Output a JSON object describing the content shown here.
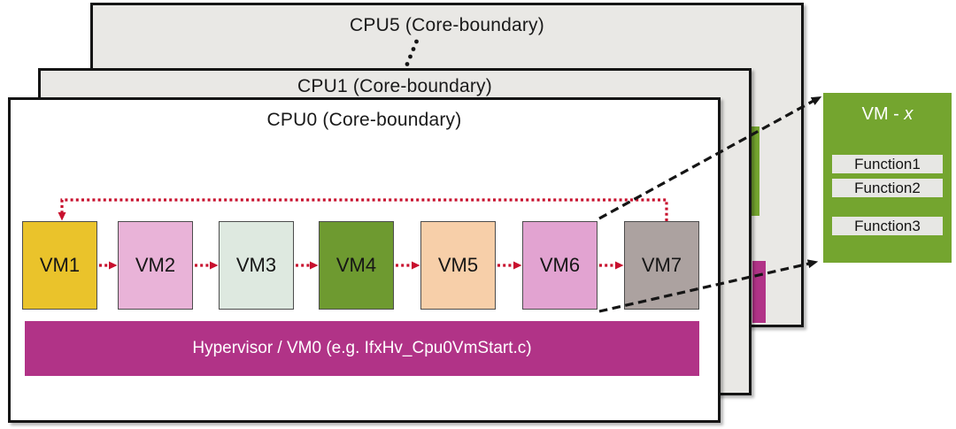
{
  "layers": [
    {
      "name": "CPU5",
      "title": "CPU5 (Core-boundary)"
    },
    {
      "name": "CPU1",
      "title": "CPU1 (Core-boundary)"
    },
    {
      "name": "CPU0",
      "title": "CPU0 (Core-boundary)"
    }
  ],
  "vms": [
    {
      "label": "VM1",
      "color": "#EAC32B"
    },
    {
      "label": "VM2",
      "color": "#E9B3D8"
    },
    {
      "label": "VM3",
      "color": "#DEE9E0"
    },
    {
      "label": "VM4",
      "color": "#6E9A30"
    },
    {
      "label": "VM5",
      "color": "#F7CFA9"
    },
    {
      "label": "VM6",
      "color": "#E2A3D1"
    },
    {
      "label": "VM7",
      "color": "#ACA2A0"
    }
  ],
  "hypervisor": {
    "label": "Hypervisor / VM0 (e.g. IfxHv_Cpu0VmStart.c)",
    "color": "#B13387",
    "text_color": "#FFFFFF"
  },
  "vm_x": {
    "title_prefix": "VM - ",
    "title_var": "x",
    "color": "#74A52F",
    "text_color": "#FFFFFF",
    "function_bg": "#E7E7E4",
    "functions": [
      {
        "label": "Function1"
      },
      {
        "label": "Function2"
      },
      {
        "label": "Function3"
      }
    ]
  },
  "decorations": {
    "green_sliver_color": "#74A52F",
    "magenta_sliver_color": "#B13387"
  },
  "colors": {
    "arrow_red": "#C8102E",
    "arrow_black": "#151515",
    "layer_fill": "#E9E8E5",
    "layer_border": "#151515"
  }
}
